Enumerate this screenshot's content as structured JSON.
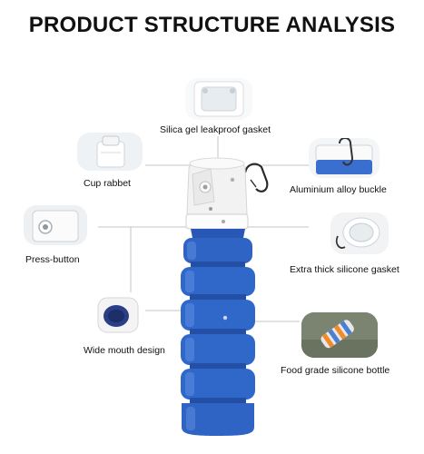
{
  "title": "PRODUCT STRUCTURE ANALYSIS",
  "subtitle_line1": "",
  "subtitle_line2": "",
  "labels": {
    "silica_gasket": "Silica gel leakproof gasket",
    "cup_rabbet": "Cup rabbet",
    "aluminium_buckle": "Aluminium alloy buckle",
    "press_button": "Press-button",
    "silicone_gasket": "Extra thick silicone gasket",
    "wide_mouth": "Wide mouth design",
    "food_grade": "Food grade silicone bottle"
  },
  "colors": {
    "bottle_blue": "#2f63c4",
    "bottle_blue_dark": "#1f4aa0",
    "cap_white": "#f4f4f4",
    "leader_line": "#bdbdbd"
  }
}
